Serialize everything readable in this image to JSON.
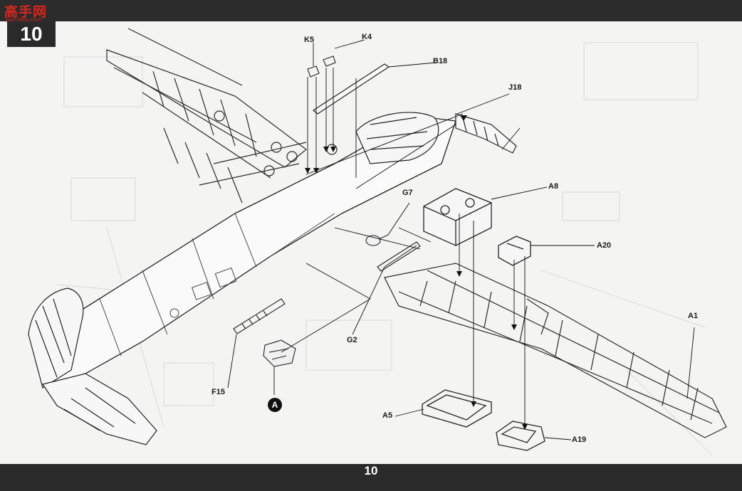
{
  "header": {
    "step_number": "10",
    "logo_text": "高手网",
    "logo_url": "gao-shou.com"
  },
  "footer": {
    "page_number": "10"
  },
  "callouts": {
    "k5": "K5",
    "k4": "K4",
    "b18": "B18",
    "j18": "J18",
    "a8": "A8",
    "g7": "G7",
    "a20": "A20",
    "a1": "A1",
    "g2": "G2",
    "f15": "F15",
    "a5": "A5",
    "a19": "A19",
    "sub_assembly_marker": "A"
  }
}
